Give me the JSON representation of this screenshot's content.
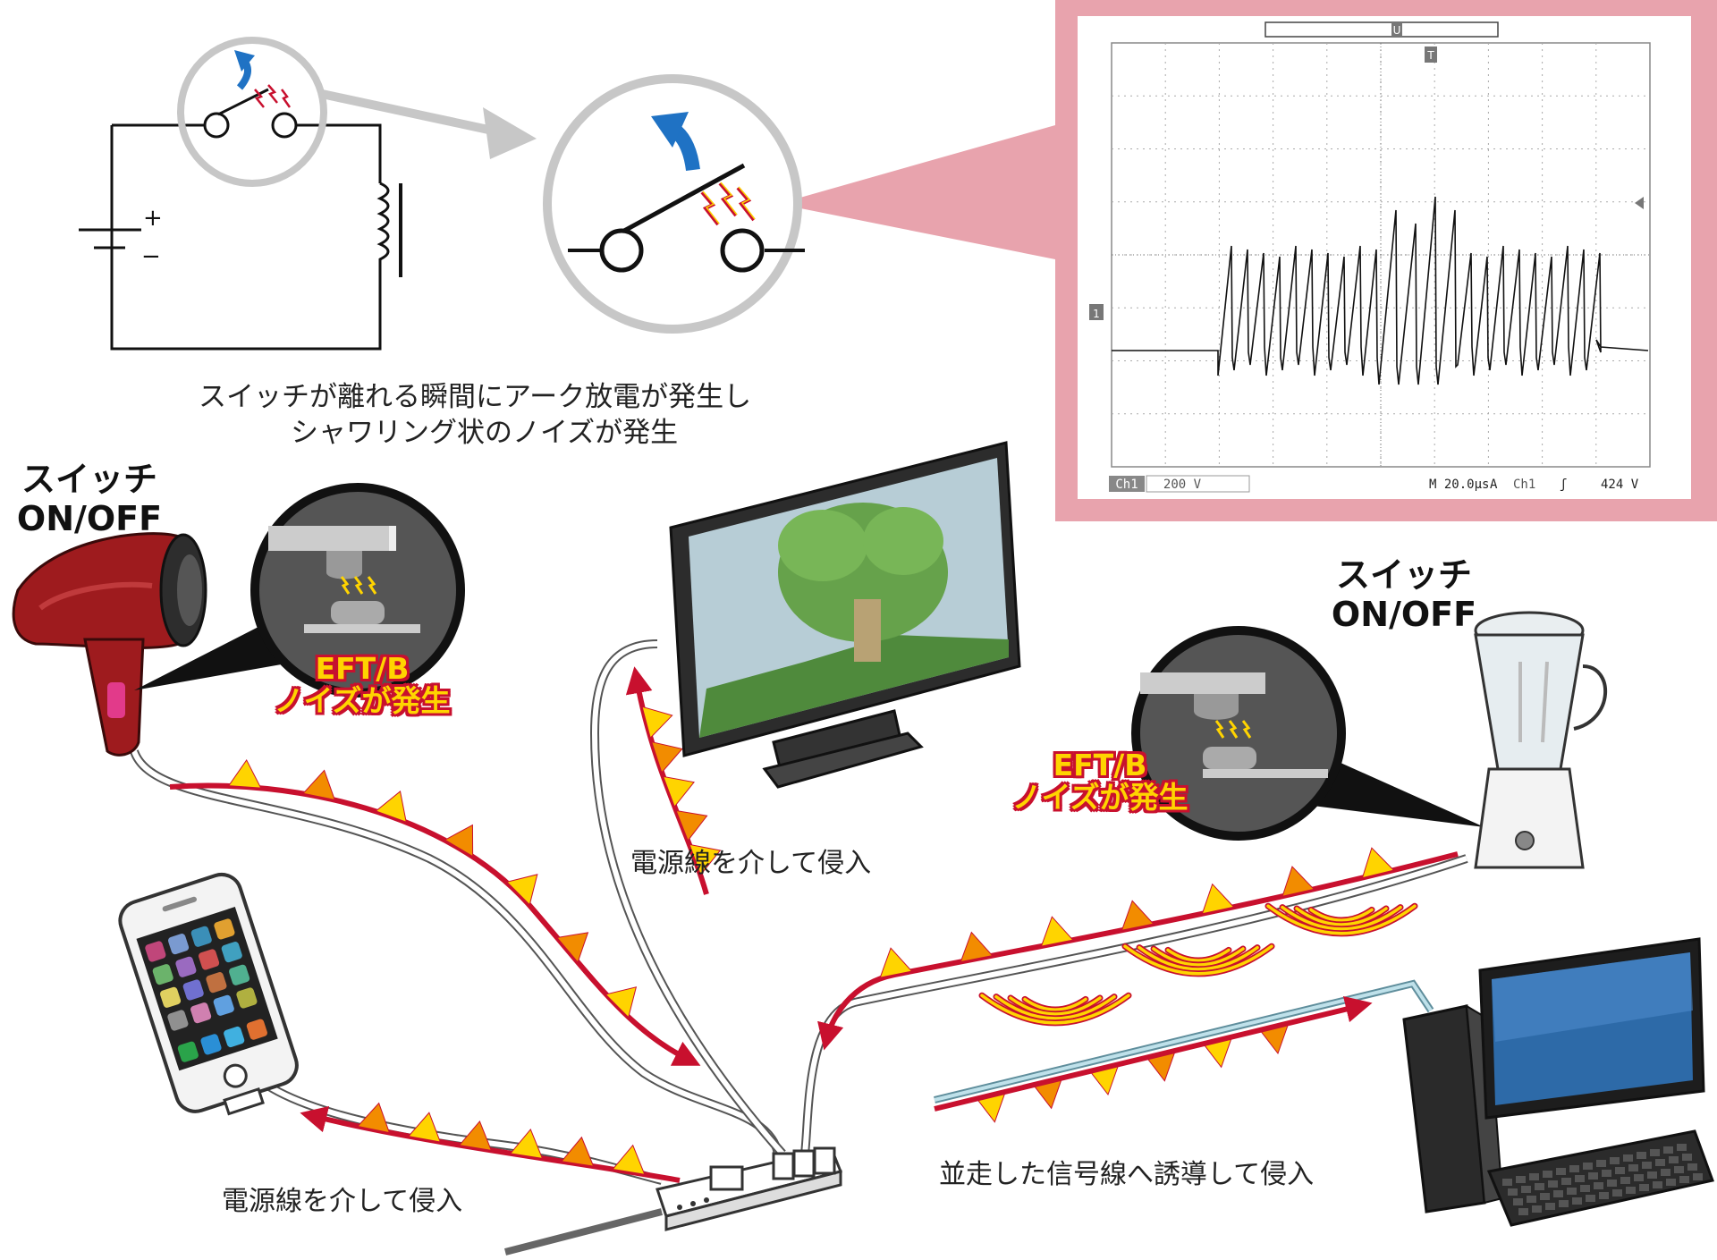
{
  "caption_arc": {
    "line1": "スイッチが離れる瞬間にアーク放電が発生し",
    "line2": "シャワリング状のノイズが発生"
  },
  "switch_left": {
    "line1": "スイッチ",
    "line2": "ON/OFF"
  },
  "switch_right": {
    "line1": "スイッチ",
    "line2": "ON/OFF"
  },
  "eft_left": {
    "line1": "EFT/B",
    "line2": "ノイズが発生"
  },
  "eft_right": {
    "line1": "EFT/B",
    "line2": "ノイズが発生"
  },
  "label_power_tv": "電源線を介して侵入",
  "label_power_phone": "電源線を介して侵入",
  "label_signal": "並走した信号線へ誘導して侵入",
  "scope": {
    "ch_label": "Ch1",
    "volts_div": "200 V",
    "time_div": "M 20.0µs",
    "trigger_mode": "A",
    "trigger_ch": "Ch1",
    "trigger_slope": "ʃ",
    "trigger_level": "424 V",
    "ch_marker": "1",
    "trigger_marker": "T",
    "top_marker": "U"
  },
  "circuit": {
    "plus": "+",
    "minus": "−"
  },
  "colors": {
    "scope_frame": "#e8a3ad",
    "arrow_red": "#c8102e",
    "arrow_blue": "#1f72c4",
    "spark_yellow": "#ffd400",
    "spark_orange": "#f28c00",
    "dryer_red": "#9e1b1e",
    "gray_circle": "#c7c7c7"
  }
}
